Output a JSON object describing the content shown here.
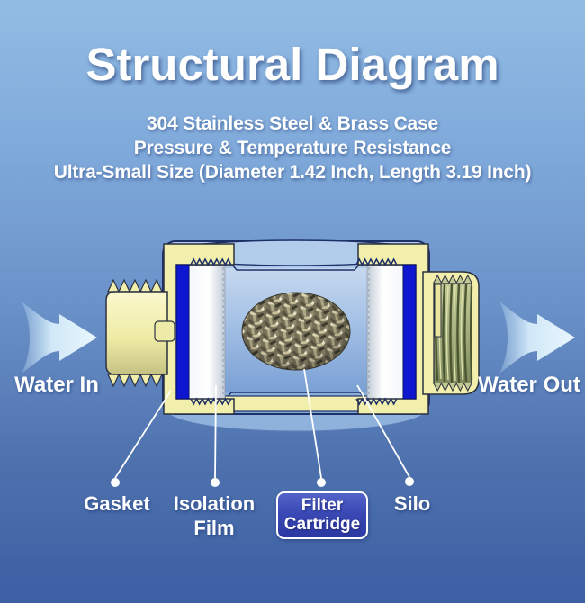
{
  "title": "Structural Diagram",
  "subtitle_lines": [
    "304 Stainless Steel & Brass Case",
    "Pressure & Temperature Resistance",
    "Ultra-Small Size (Diameter 1.42 Inch, Length 3.19 Inch)"
  ],
  "flow_labels": {
    "water_in": "Water In",
    "water_out": "Water Out"
  },
  "part_labels": {
    "gasket": "Gasket",
    "isolation_film": "Isolation Film",
    "filter_cartridge": "Filter Cartridge",
    "silo": "Silo"
  },
  "icons": {
    "water_in_arrow": "flow-right-arrow",
    "water_out_arrow": "flow-right-arrow"
  },
  "colors": {
    "background_top": "#93bce4",
    "background_bottom": "#3c5fa4",
    "title_text": "#ffffff",
    "steel_case": "#a9c6e8",
    "brass_case": "#f2efad",
    "gasket_blue": "#0d17d0",
    "thread_olive": "#9aa574",
    "arrow_light_blue": "#d7edfb",
    "cartridge_box_fill": "#3a49b4",
    "outline_navy": "#1d3068",
    "leader_line": "#ffffff"
  }
}
